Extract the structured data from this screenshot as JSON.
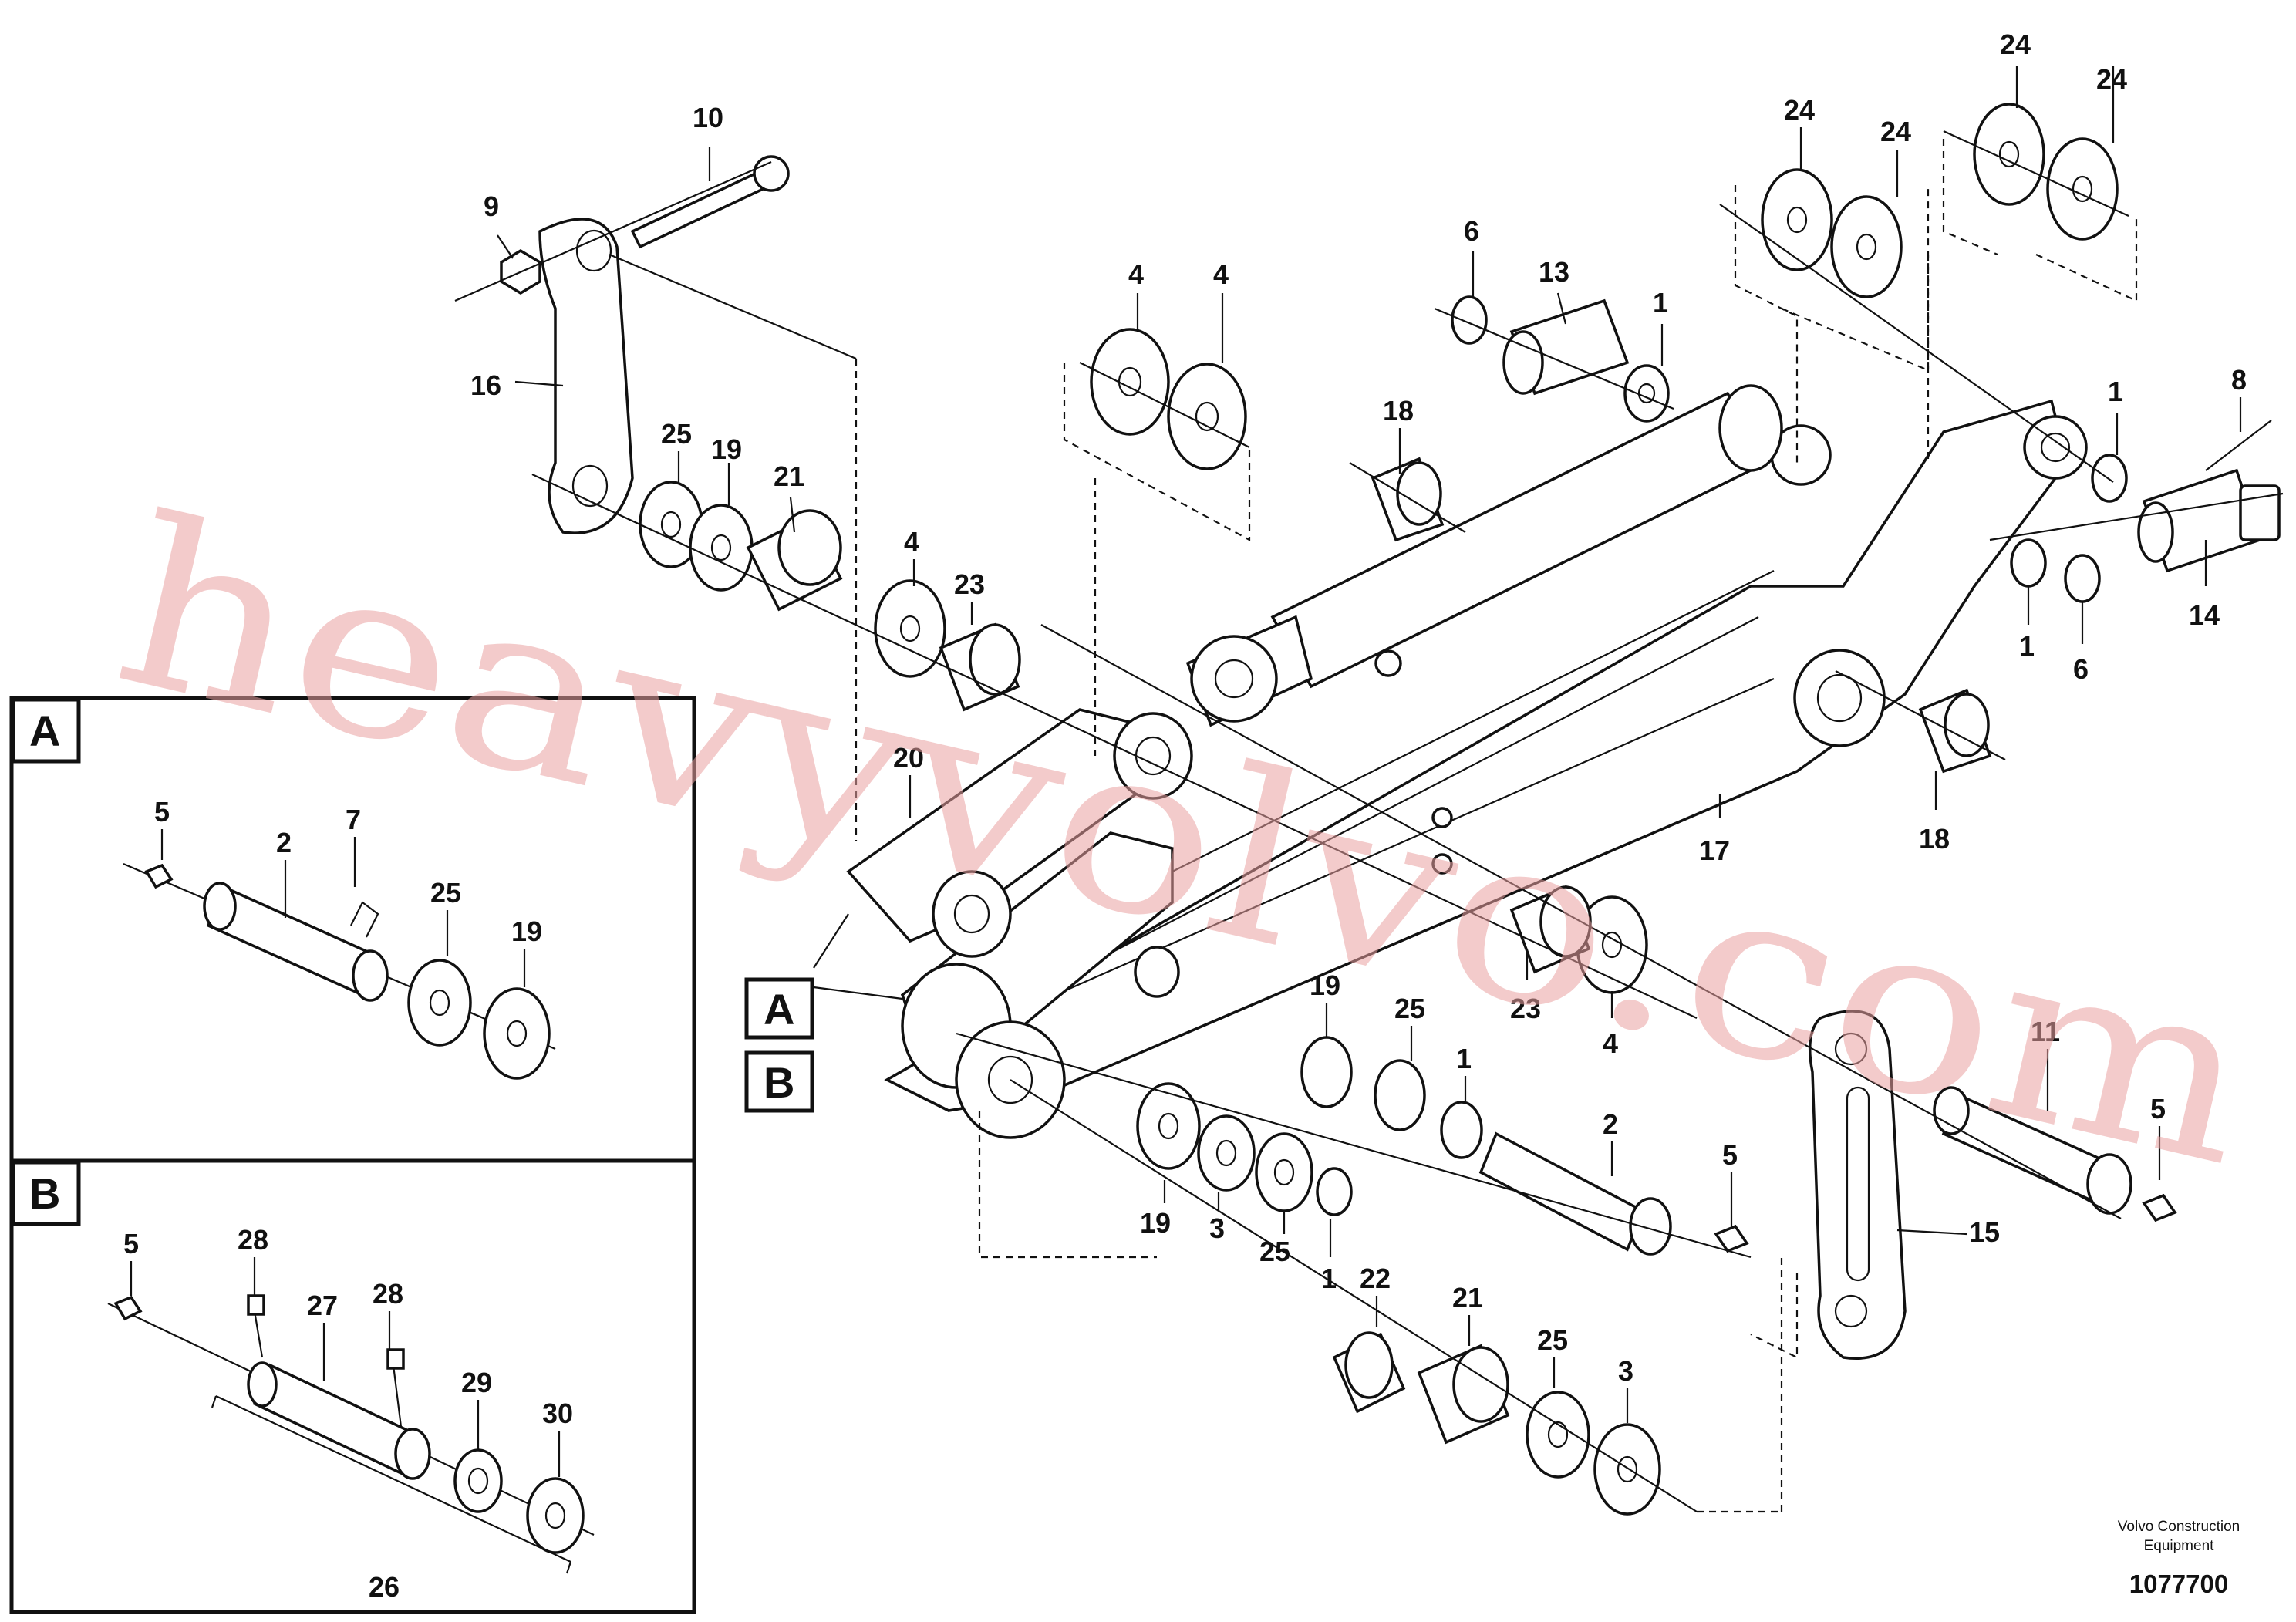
{
  "callouts": [
    {
      "text": "10"
    },
    {
      "text": "9"
    },
    {
      "text": "16"
    },
    {
      "text": "25"
    },
    {
      "text": "19"
    },
    {
      "text": "21"
    },
    {
      "text": "4"
    },
    {
      "text": "4"
    },
    {
      "text": "4"
    },
    {
      "text": "23"
    },
    {
      "text": "20"
    },
    {
      "text": "6"
    },
    {
      "text": "13"
    },
    {
      "text": "1"
    },
    {
      "text": "18"
    },
    {
      "text": "24"
    },
    {
      "text": "24"
    },
    {
      "text": "24"
    },
    {
      "text": "24"
    },
    {
      "text": "8"
    },
    {
      "text": "1"
    },
    {
      "text": "14"
    },
    {
      "text": "1"
    },
    {
      "text": "6"
    },
    {
      "text": "18"
    },
    {
      "text": "17"
    },
    {
      "text": "23"
    },
    {
      "text": "4"
    },
    {
      "text": "19"
    },
    {
      "text": "25"
    },
    {
      "text": "1"
    },
    {
      "text": "2"
    },
    {
      "text": "19"
    },
    {
      "text": "3"
    },
    {
      "text": "25"
    },
    {
      "text": "1"
    },
    {
      "text": "5"
    },
    {
      "text": "11"
    },
    {
      "text": "5"
    },
    {
      "text": "15"
    },
    {
      "text": "22"
    },
    {
      "text": "21"
    },
    {
      "text": "25"
    },
    {
      "text": "3"
    }
  ],
  "inset_a": {
    "letter": "A",
    "callouts": [
      {
        "text": "5"
      },
      {
        "text": "2"
      },
      {
        "text": "7"
      },
      {
        "text": "25"
      },
      {
        "text": "19"
      }
    ]
  },
  "inset_b": {
    "letter": "B",
    "callouts": [
      {
        "text": "5"
      },
      {
        "text": "28"
      },
      {
        "text": "27"
      },
      {
        "text": "28"
      },
      {
        "text": "29"
      },
      {
        "text": "30"
      },
      {
        "text": "26"
      }
    ]
  },
  "pointer_labels": [
    {
      "text": "A"
    },
    {
      "text": "B"
    }
  ],
  "credit": {
    "line1": "Volvo Construction",
    "line2": "Equipment"
  },
  "doc_number": "1077700",
  "watermark": "heavyvolvo.com",
  "colors": {
    "ink": "#111111",
    "watermark": "#e9a0a0",
    "background": "#ffffff"
  }
}
